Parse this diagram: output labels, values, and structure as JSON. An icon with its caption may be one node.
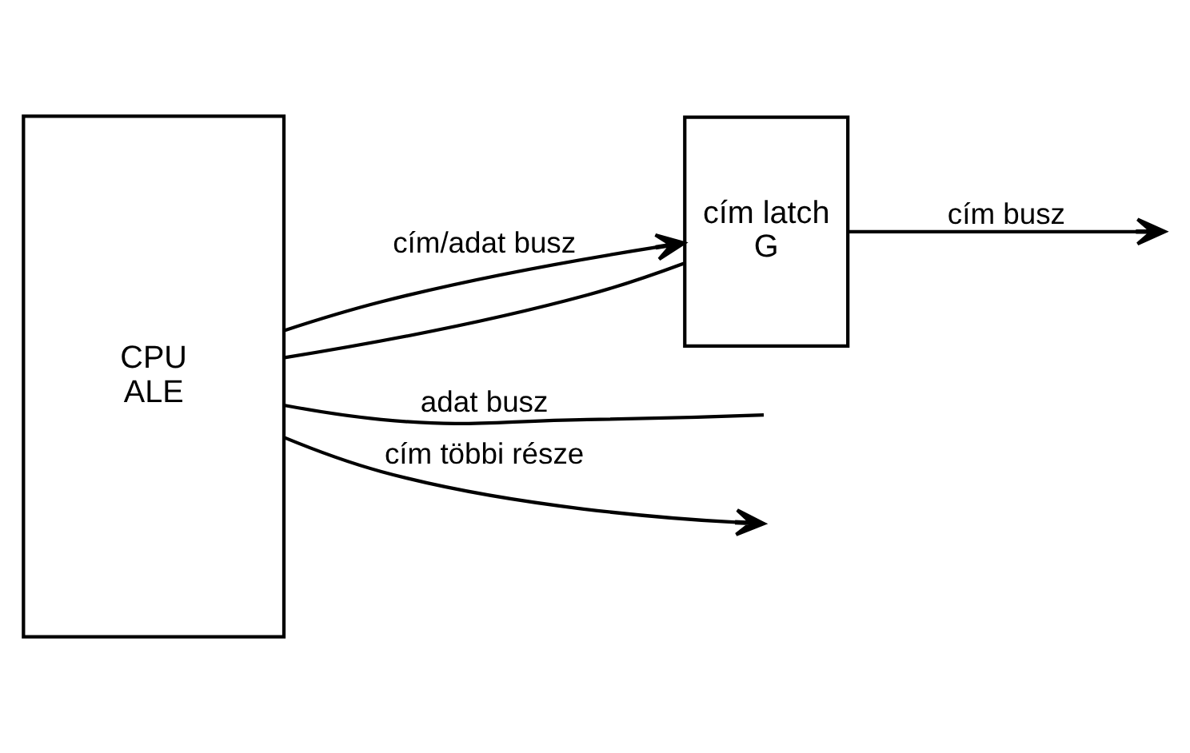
{
  "diagram": {
    "nodes": [
      {
        "text": [
          "CPU",
          "ALE"
        ]
      },
      {
        "text": [
          "cím latch",
          "G"
        ]
      }
    ],
    "edges": [
      {
        "from": 0,
        "to": null,
        "label": "adat busz",
        "arrow": "none"
      },
      {
        "from": 0,
        "to": 1,
        "label": "cím/adat busz",
        "arrow": "to"
      },
      {
        "from": 1,
        "to": null,
        "label": "cím busz",
        "arrow": "to"
      },
      {
        "from": 0,
        "to": 1,
        "arrow": "none"
      },
      {
        "from": 0,
        "to": null,
        "label": "cím többi része",
        "arrow": "to"
      }
    ]
  }
}
